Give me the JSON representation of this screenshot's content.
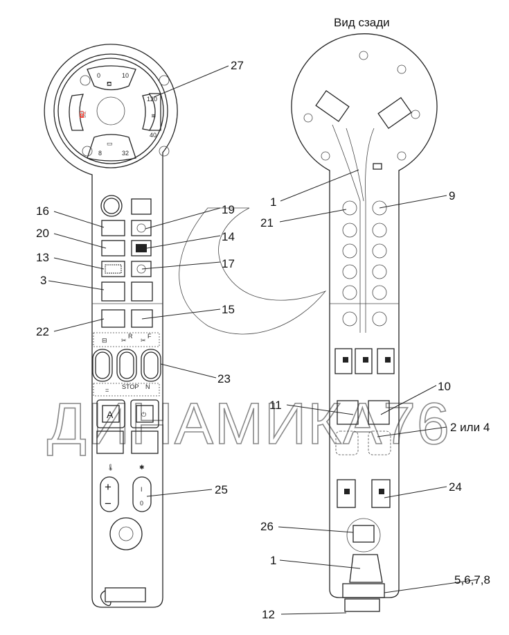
{
  "title": "Вид сзади",
  "watermark": "ДИНАМИКА76",
  "gauges": {
    "oil_pressure": {
      "min": "0",
      "max": "10"
    },
    "coolant_temp": {
      "max": "120",
      "min": "40"
    },
    "voltage": {
      "min": "8",
      "max": "32"
    }
  },
  "switch_labels": {
    "rear": "R",
    "front": "F",
    "stop": "STOP",
    "neutral": "N",
    "auto": "A"
  },
  "front_callouts": {
    "c27": "27",
    "c16": "16",
    "c19": "19",
    "c20": "20",
    "c14": "14",
    "c13": "13",
    "c17": "17",
    "c3": "3",
    "c22": "22",
    "c15": "15",
    "c23": "23",
    "c25": "25"
  },
  "rear_callouts": {
    "c1a": "1",
    "c9": "9",
    "c21": "21",
    "c10": "10",
    "c11": "11",
    "c2or4": "2 или 4",
    "c24": "24",
    "c26": "26",
    "c1b": "1",
    "c5678": "5,6,7,8",
    "c12": "12"
  }
}
